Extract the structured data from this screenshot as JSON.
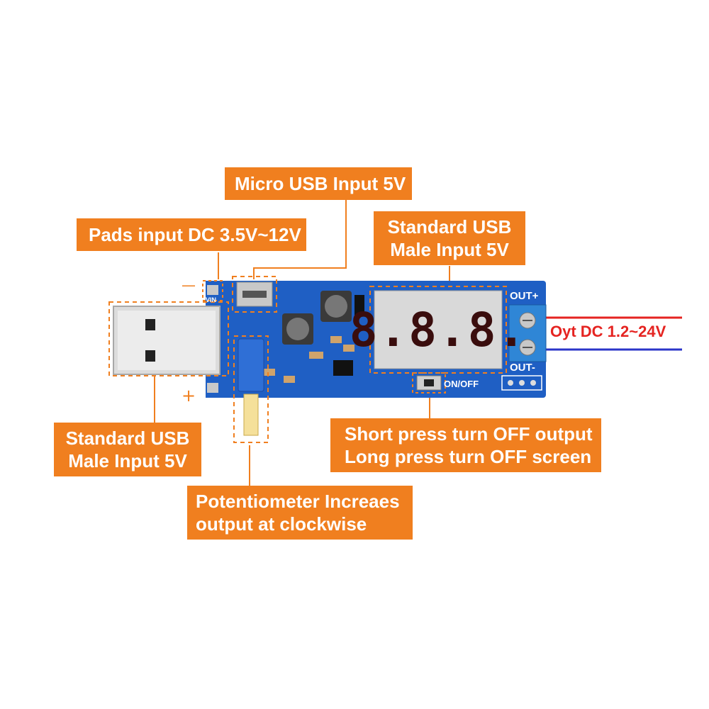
{
  "callouts": {
    "micro_usb": "Micro USB Input 5V",
    "pads": "Pads input DC 3.5V~12V",
    "usb_male_top": [
      "Standard USB",
      "Male Input 5V"
    ],
    "usb_male_left": [
      "Standard USB",
      "Male Input 5V"
    ],
    "button_info": [
      "Short press turn OFF output",
      "Long press turn OFF screen"
    ],
    "potentiometer": [
      "Potentiometer Increaes",
      "output at clockwise"
    ]
  },
  "output_label": "Oyt DC 1.2~24V",
  "pcb_labels": {
    "out_plus": "OUT+",
    "out_minus": "OUT-",
    "on_off": "ON/OFF",
    "vin": "VIN",
    "minus_sign": "—",
    "plus_sign": "+"
  },
  "display": {
    "digits": "8.8.8."
  },
  "colors": {
    "callout": "#f07f1f",
    "pcb": "#1f5fc4",
    "wire_red": "#e52421",
    "wire_blue": "#2b35c9",
    "display_digits": "#3a0d0d"
  }
}
